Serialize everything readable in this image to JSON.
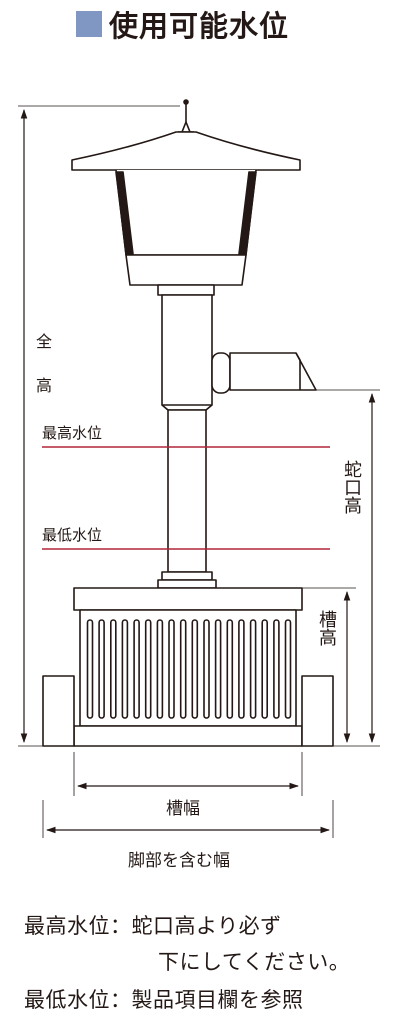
{
  "header": {
    "title": "使用可能水位",
    "accent_color": "#7f97c2"
  },
  "diagram": {
    "label_total_height_1": "全",
    "label_total_height_2": "高",
    "label_max_level": "最高水位",
    "label_min_level": "最低水位",
    "label_spout_height": "蛇口高",
    "label_tank_height": "槽高",
    "label_tank_width": "槽幅",
    "label_width_with_legs": "脚部を含む幅",
    "water_line_color": "#b0263a",
    "line_color": "#231815"
  },
  "notes": {
    "max_line": "最高水位：蛇口高より必ず",
    "max_line_cont": "下にしてください。",
    "min_line": "最低水位：製品項目欄を参照"
  }
}
